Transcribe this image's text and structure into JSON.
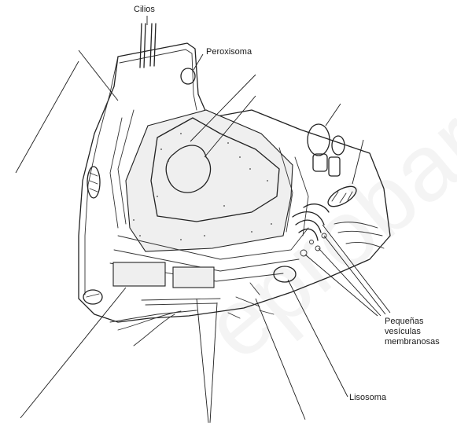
{
  "labels": {
    "cilios": "Cilios",
    "peroxisoma": "Peroxisoma",
    "pequenas_line1": "Pequeñas",
    "pequenas_line2": "vesículas",
    "pequenas_line3": "membranosas",
    "lisosoma": "Lisosoma"
  }
}
